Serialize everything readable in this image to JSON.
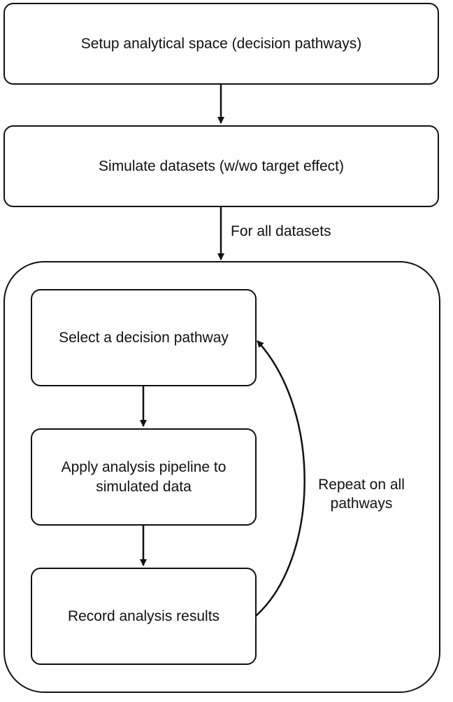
{
  "steps": {
    "setup": "Setup analytical space (decision pathways)",
    "simulate": "Simulate datasets (w/wo target effect)",
    "select": "Select a decision pathway",
    "apply": "Apply analysis pipeline to simulated data",
    "record": "Record analysis results"
  },
  "edge_labels": {
    "for_all_datasets": "For all datasets",
    "repeat": "Repeat on all pathways"
  },
  "colors": {
    "stroke": "#111111",
    "background": "#ffffff"
  }
}
